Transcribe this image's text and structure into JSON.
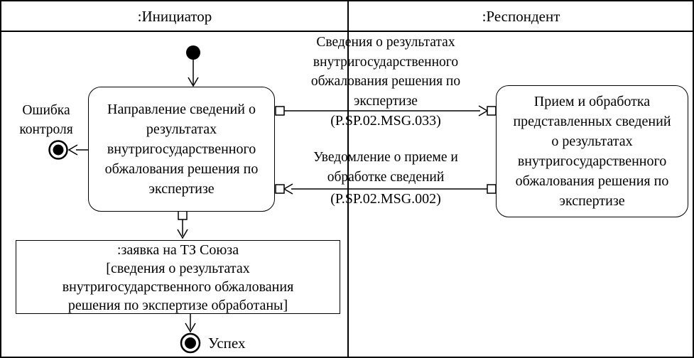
{
  "diagram": {
    "lanes": [
      {
        "label": ":Инициатор"
      },
      {
        "label": ":Респондент"
      }
    ],
    "nodes": {
      "initiator_action": "Направление сведений о результатах внутригосударственного обжалования решения по экспертизе",
      "respondent_action": "Прием и обработка представленных сведений о результатах внутригосударственного обжалования решения по экспертизе",
      "object_name": ":заявка на ТЗ Союза",
      "object_state": "[сведения о результатах внутригосударственного обжалования решения по экспертизе обработаны]",
      "error_label": "Ошибка контроля",
      "success_label": "Успех"
    },
    "messages": [
      {
        "label": "Сведения о результатах внутригосударственного обжалования решения по экспертизе",
        "code": "(P.SP.02.MSG.033)"
      },
      {
        "label": "Уведомление о приеме и обработке сведений",
        "code": "(P.SP.02.MSG.002)"
      }
    ],
    "colors": {
      "line": "#000000",
      "background": "#ffffff"
    }
  }
}
